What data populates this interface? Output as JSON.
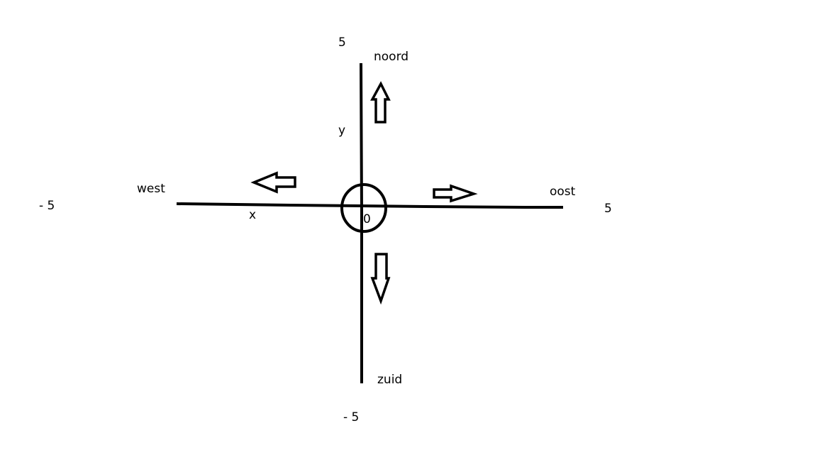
{
  "labels": {
    "north": "noord",
    "south": "zuid",
    "west": "west",
    "east": "oost",
    "x_axis": "x",
    "y_axis": "y",
    "origin": "0",
    "y_max": "5",
    "y_min": "- 5",
    "x_min": "- 5",
    "x_max": "5"
  },
  "colors": {
    "stroke": "#000000",
    "background": "#ffffff"
  },
  "icons": {
    "up": "arrow-up-icon",
    "down": "arrow-down-icon",
    "left": "arrow-left-icon",
    "right": "arrow-right-icon"
  }
}
